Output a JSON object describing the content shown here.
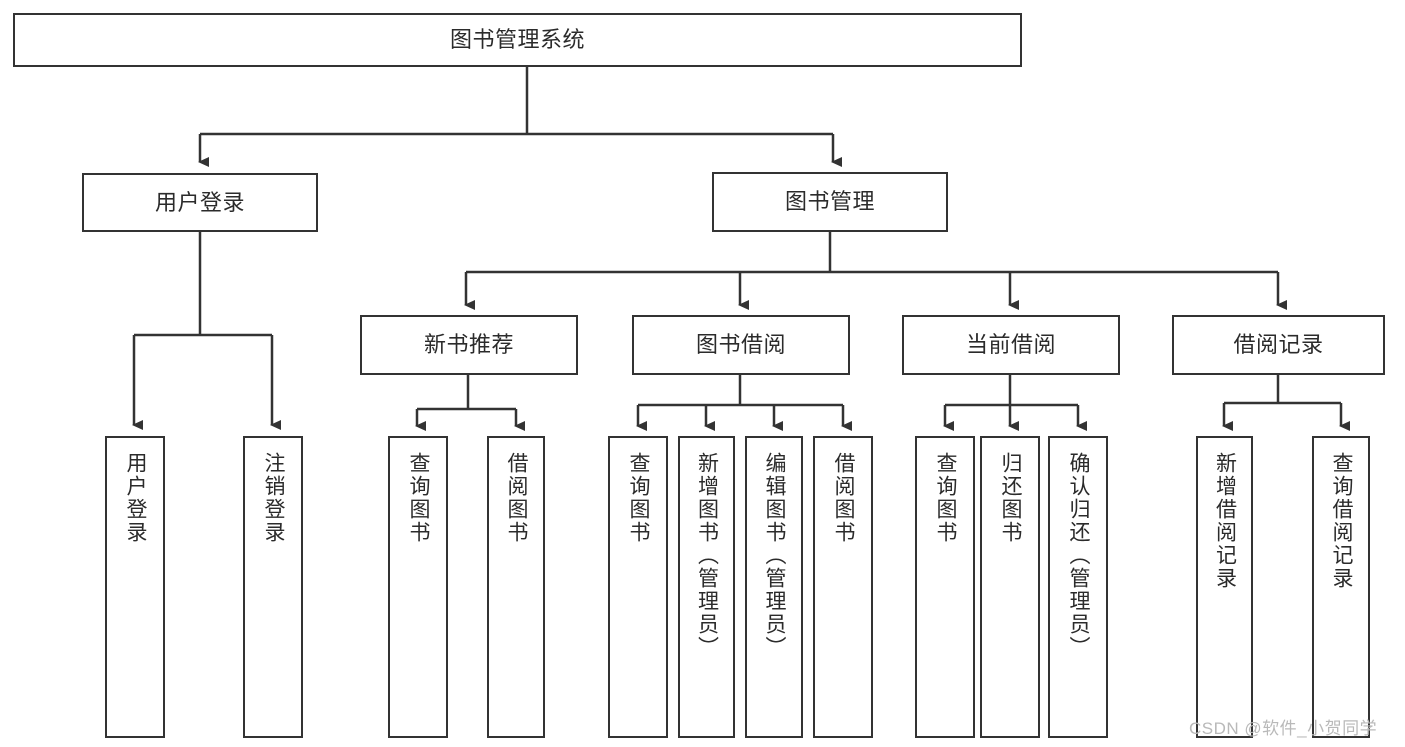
{
  "diagram": {
    "type": "hierarchy-tree",
    "title_node": {
      "label": "图书管理系统"
    },
    "level2": [
      {
        "id": "user-login",
        "label": "用户登录"
      },
      {
        "id": "book-management",
        "label": "图书管理"
      }
    ],
    "level3": [
      {
        "id": "new-book-recommend",
        "label": "新书推荐",
        "parent": "book-management"
      },
      {
        "id": "book-borrow",
        "label": "图书借阅",
        "parent": "book-management"
      },
      {
        "id": "current-borrow",
        "label": "当前借阅",
        "parent": "book-management"
      },
      {
        "id": "borrow-record",
        "label": "借阅记录",
        "parent": "book-management"
      }
    ],
    "leaves": [
      {
        "id": "leaf-user-login",
        "label": "用户登录",
        "parent": "user-login"
      },
      {
        "id": "leaf-logout-login",
        "label": "注销登录",
        "parent": "user-login"
      },
      {
        "id": "leaf-query-book-1",
        "label": "查询图书",
        "parent": "new-book-recommend"
      },
      {
        "id": "leaf-borrow-book-1",
        "label": "借阅图书",
        "parent": "new-book-recommend"
      },
      {
        "id": "leaf-query-book-2",
        "label": "查询图书",
        "parent": "book-borrow"
      },
      {
        "id": "leaf-add-book",
        "label": "新增图书（管理员）",
        "parent": "book-borrow"
      },
      {
        "id": "leaf-edit-book",
        "label": "编辑图书（管理员）",
        "parent": "book-borrow"
      },
      {
        "id": "leaf-borrow-book-2",
        "label": "借阅图书",
        "parent": "book-borrow"
      },
      {
        "id": "leaf-query-book-3",
        "label": "查询图书",
        "parent": "current-borrow"
      },
      {
        "id": "leaf-return-book",
        "label": "归还图书",
        "parent": "current-borrow"
      },
      {
        "id": "leaf-confirm-return",
        "label": "确认归还（管理员）",
        "parent": "current-borrow"
      },
      {
        "id": "leaf-add-borrow-record",
        "label": "新增借阅记录",
        "parent": "borrow-record"
      },
      {
        "id": "leaf-query-borrow-record",
        "label": "查询借阅记录",
        "parent": "borrow-record"
      }
    ],
    "colors": {
      "background": "#ffffff",
      "box_border": "#333333",
      "box_fill": "#ffffff",
      "connector": "#333333",
      "text": "#2b2b2b",
      "watermark": "#b9b9b9"
    }
  },
  "watermark": {
    "text": "CSDN @软件_小贺同学"
  }
}
